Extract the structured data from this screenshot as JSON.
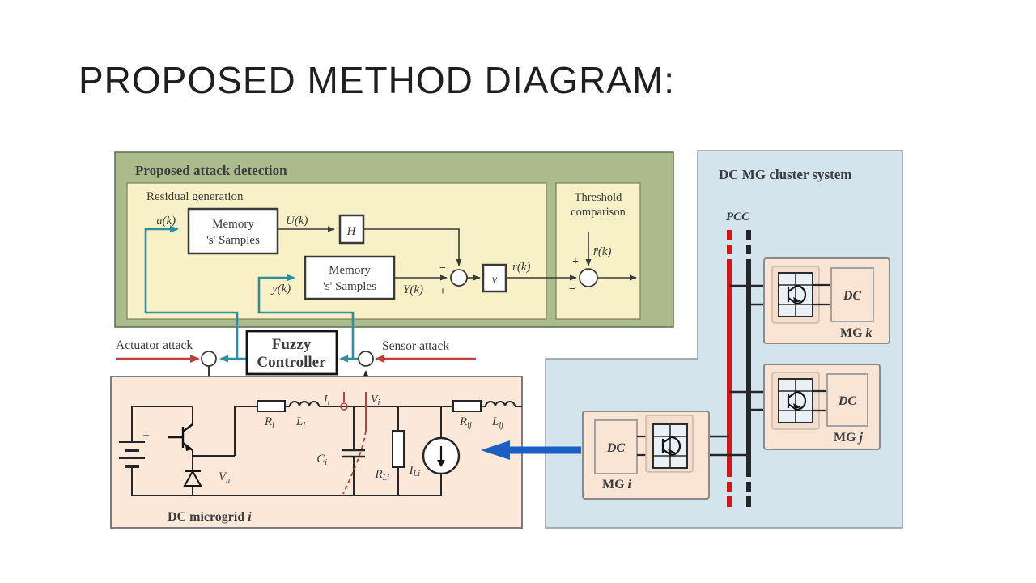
{
  "slide": {
    "title": "PROPOSED METHOD DIAGRAM:"
  },
  "colors": {
    "cluster_bg": "#d3e4ed",
    "detection_bg": "#abbc8c",
    "section_bg": "#f8f0c6",
    "plant_bg": "#fbe8d9",
    "mg_bg": "#fae5d5",
    "converter_bg": "#eaf1f6",
    "signal_teal": "#2d8e9f",
    "attack_red": "#c0403a",
    "bus_red": "#d01818",
    "bus_black": "#26262a",
    "link_blue": "#1b5fc4"
  },
  "detection": {
    "title": "Proposed attack detection",
    "residual_title": "Residual generation",
    "memory_top": {
      "line1": "Memory",
      "line2": "'s' Samples"
    },
    "memory_bottom": {
      "line1": "Memory",
      "line2": "'s' Samples"
    },
    "h_block": "H",
    "v_block": "v",
    "u_k": "u(k)",
    "U_k": "U(k)",
    "y_k": "y(k)",
    "Y_k": "Y(k)",
    "r_k": "r(k)",
    "rbar_k": "r̄(k)",
    "minus": "−",
    "plus": "+",
    "threshold_title": {
      "line1": "Threshold",
      "line2": "comparison"
    }
  },
  "controller": {
    "line1": "Fuzzy",
    "line2": "Controller"
  },
  "attacks": {
    "actuator": "Actuator attack",
    "sensor": "Sensor attack"
  },
  "plant": {
    "caption": {
      "base": "DC microgrid ",
      "index": "i"
    },
    "plus": "+",
    "v_n": {
      "base": "V",
      "sub": "n"
    },
    "i_i": {
      "base": "I",
      "sub": "i"
    },
    "v_i": {
      "base": "V",
      "sub": "i"
    },
    "r_i": {
      "base": "R",
      "sub": "i"
    },
    "l_i": {
      "base": "L",
      "sub": "i"
    },
    "c_i": {
      "base": "C",
      "sub": "i"
    },
    "r_li": {
      "base": "R",
      "sub": "Li"
    },
    "i_li": {
      "base": "I",
      "sub": "Li"
    },
    "r_ij": {
      "base": "R",
      "sub": "ij"
    },
    "l_ij": {
      "base": "L",
      "sub": "ij"
    }
  },
  "cluster": {
    "title": "DC MG cluster system",
    "pcc": "PCC",
    "dc": "DC",
    "mg_k": {
      "base": "MG ",
      "index": "k"
    },
    "mg_j": {
      "base": "MG ",
      "index": "j"
    },
    "mg_i": {
      "base": "MG ",
      "index": "i"
    }
  }
}
